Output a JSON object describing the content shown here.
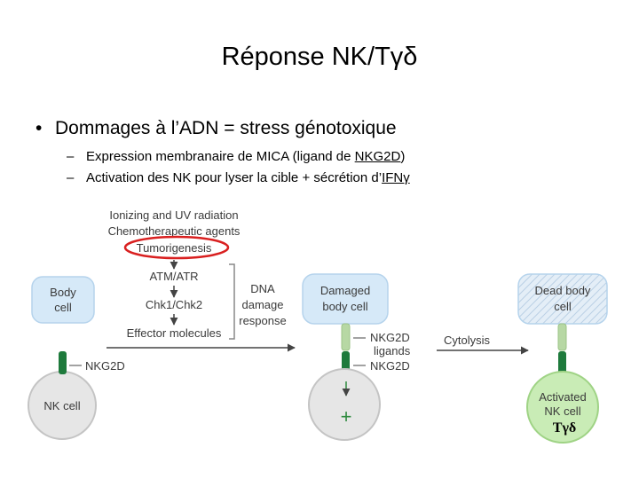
{
  "slide": {
    "title": "Réponse NK/Tγδ",
    "bullet": "Dommages à l’ADN = stress génotoxique",
    "sub1_before": "Expression membranaire de MICA (ligand de ",
    "sub1_link": "NKG2D",
    "sub1_after": ")",
    "sub2_before": "Activation des NK pour lyser la cible + sécrétion d’",
    "sub2_link": "IFNγ"
  },
  "diagram": {
    "causes": [
      "Ionizing and UV radiation",
      "Chemotherapeutic agents",
      "Tumorigenesis"
    ],
    "pathway": [
      "ATM/ATR",
      "Chk1/Chk2",
      "Effector molecules"
    ],
    "ddr_label": [
      "DNA",
      "damage",
      "response"
    ],
    "body_cell": [
      "Body",
      "cell"
    ],
    "damaged_cell": [
      "Damaged",
      "body cell"
    ],
    "dead_cell": [
      "Dead body",
      "cell"
    ],
    "nk_cell": "NK cell",
    "activated_nk": [
      "Activated",
      "NK cell"
    ],
    "receptor_label": "NKG2D",
    "ligand_label": [
      "NKG2D",
      "ligands"
    ],
    "receptor_label_2": "NKG2D",
    "cytolysis": "Cytolysis",
    "plus": "+",
    "gamma_delta": "Tγδ",
    "colors": {
      "cell_blue": "#d6e9f8",
      "nk_gray": "#e6e6e6",
      "activated_green": "#c9ecb6",
      "receptor_green": "#1e7a3c",
      "ligand_green": "#b7d8a4",
      "highlight_red": "#d92020"
    }
  }
}
